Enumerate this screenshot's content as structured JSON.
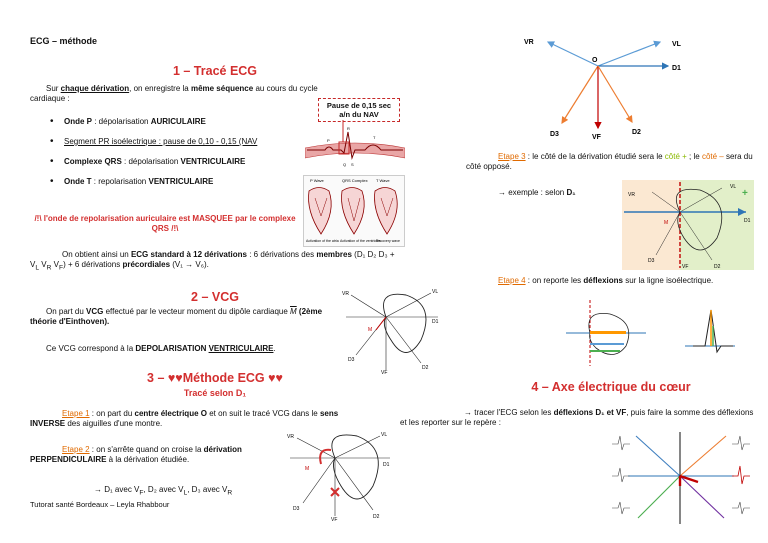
{
  "doc_title": "ECG – méthode",
  "footer": "Tutorat santé Bordeaux – Leyla Rhabbour",
  "section1": {
    "title": "1 – Tracé ECG",
    "intro_1": "Sur ",
    "intro_u": "chaque dérivation",
    "intro_2": ", on enregistre la ",
    "intro_b": "même séquence",
    "intro_3": " au cours du cycle cardiaque :",
    "bullets": [
      {
        "b": "Onde P",
        "rest": " : dépolarisation ",
        "b2": "AURICULAIRE"
      },
      {
        "b": "Segment PR",
        "rest": " isoélectrique : pause de 0,10 - 0,15 (NAV",
        "b2": ""
      },
      {
        "b": "Complexe QRS",
        "rest": " : dépolarisation ",
        "b2": "VENTRICULAIRE"
      },
      {
        "b": "Onde T",
        "rest": " : repolarisation ",
        "b2": "VENTRICULAIRE"
      }
    ],
    "warning": "/!\\ l'onde de repolarisation auriculaire est MASQUEE par le complexe QRS /!\\",
    "summary_1": "On obtient ainsi un ",
    "summary_b1": "ECG standard à 12 dérivations",
    "summary_2": " : 6 dérivations des ",
    "summary_b2": "membres",
    "summary_3": " (D₁ D₂ D₃ + V",
    "summary_4": " V",
    "summary_5": " V",
    "summary_6": ") + 6 dérivations ",
    "summary_b3": "précordiales",
    "summary_7": " (V₁ → V₆).",
    "sub_L": "L",
    "sub_R": "R",
    "sub_F": "F",
    "pause_box": "Pause de 0,15 sec a/n du NAV",
    "wave_labels": [
      "P Wave",
      "QRS Complex",
      "T Wave"
    ],
    "heart_captions": [
      "Activation of the atria",
      "Activation of the ventricles",
      "Recovery wave"
    ],
    "ecg_letters": [
      "P",
      "Q",
      "R",
      "S",
      "T"
    ]
  },
  "section2": {
    "title": "2 – VCG",
    "text_1": "On part du ",
    "text_b1": "VCG",
    "text_2": " effectué par le vecteur moment du dipôle cardiaque ",
    "text_M": "M",
    "text_b2": "(2ème théorie d'Einthoven).",
    "text_3": "Ce VCG correspond à la ",
    "text_b3": "DEPOLARISATION ",
    "text_b3u": "VENTRICULAIRE",
    "text_4": ".",
    "labels": [
      "VR",
      "VL",
      "D1",
      "D3",
      "VF",
      "D2",
      "M"
    ]
  },
  "section3": {
    "title": "3 – ♥♥Méthode ECG ♥♥",
    "subtitle": "Tracé selon D₁",
    "etape1_label": "Etape 1",
    "etape1_1": " : on part du ",
    "etape1_b1": "centre électrique O",
    "etape1_2": " et on suit le tracé VCG dans le ",
    "etape1_b2": "sens INVERSE",
    "etape1_3": " des aiguilles d'une montre.",
    "etape2_label": "Etape 2",
    "etape2_1": " : on s'arrête quand on croise la ",
    "etape2_b1": "dérivation PERPENDICULAIRE",
    "etape2_2": " à la dérivation étudiée.",
    "etape2_3": "→ D₁ avec V",
    "etape2_4": ", D₂ avec V",
    "etape2_5": ", D₃ avec V",
    "etape3_label": "Etape 3",
    "etape3_1": " : le côté de la dérivation étudié sera le ",
    "etape3_cote": "côté",
    "etape3_plus": " +",
    "etape3_2": " ; le ",
    "etape3_cote2": "côté –",
    "etape3_3": " sera du côté opposé.",
    "etape3_ex": "→  exemple : selon ",
    "etape3_ex_b": "D₁",
    "etape4_label": "Etape 4",
    "etape4_1": " : on reporte les ",
    "etape4_b": "déflexions",
    "etape4_2": " sur la ligne isoélectrique."
  },
  "section4": {
    "title": "4 – Axe électrique du cœur",
    "text_1": "→ tracer l'ECG selon les ",
    "text_b": "déflexions D₁ et VF",
    "text_2": ", puis faire la somme des déflexions et les reporter sur le repère :"
  },
  "axes_diagram": {
    "labels": [
      "VR",
      "VL",
      "D1",
      "O",
      "D3",
      "VF",
      "D2"
    ],
    "colors": {
      "VR": "#5b9bd5",
      "VL": "#5b9bd5",
      "D1": "#2e75b6",
      "D3": "#ed7d31",
      "VF": "#c00000",
      "D2": "#ed7d31"
    }
  },
  "colors": {
    "accent_red": "#d32f2f",
    "orange": "#e06a00",
    "green": "#8ab800"
  }
}
